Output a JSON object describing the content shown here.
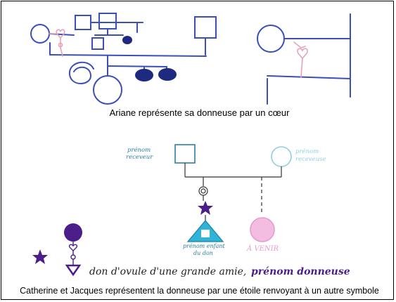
{
  "captions": {
    "top": "Ariane représente sa donneuse par un cœur",
    "bottom": "Catherine et Jacques représentent la donneuse par une étoile renvoyant à un autre symbole"
  },
  "bottom_drawing": {
    "recipient_label_line1": "prénom",
    "recipient_label_line2": "receveur",
    "donor_label_line1": "prénom",
    "donor_label_line2": "receveuse",
    "child_label_line1": "prénom enfant",
    "child_label_line2": "du don",
    "future_label": "À VENIR",
    "note_text": "don d'ovule d'une grande amie,",
    "note_name": "prénom donneuse"
  },
  "colors": {
    "blue_pencil": "#3a4fb8",
    "navy_fill": "#1e2a80",
    "pink": "#e7a3b6",
    "light_blue": "#8fd0de",
    "cyan_triangle": "#2fb4d8",
    "purple": "#4b1e8a",
    "magenta_circle": "#e59bd0",
    "teal_text": "#2f7fa0"
  }
}
